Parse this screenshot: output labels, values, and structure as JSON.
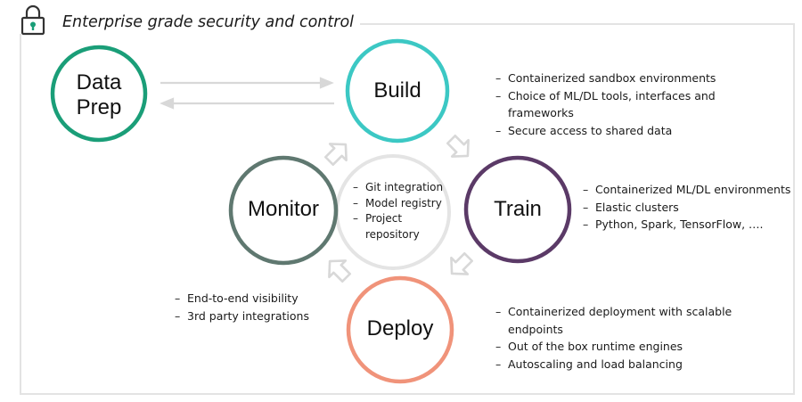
{
  "header": {
    "title": "Enterprise grade security and control",
    "icon": "lock-icon"
  },
  "colors": {
    "data_prep": "#1a9e78",
    "build": "#3cc8c4",
    "train": "#5b3a67",
    "deploy": "#f0937a",
    "monitor": "#5f7870",
    "hub": "#e4e4e4",
    "arrow": "#d8d8d8"
  },
  "stages": {
    "data_prep": {
      "label_line1": "Data",
      "label_line2": "Prep"
    },
    "build": {
      "label": "Build"
    },
    "train": {
      "label": "Train"
    },
    "deploy": {
      "label": "Deploy"
    },
    "monitor": {
      "label": "Monitor"
    }
  },
  "hub": {
    "items": [
      "Git integration",
      "Model registry",
      "Project repository"
    ]
  },
  "details": {
    "build": [
      "Containerized sandbox environments",
      "Choice of ML/DL tools, interfaces and frameworks",
      "Secure access to shared data"
    ],
    "train": [
      "Containerized ML/DL environments",
      "Elastic clusters",
      "Python, Spark, TensorFlow, …."
    ],
    "deploy": [
      "Containerized deployment with scalable endpoints",
      "Out of the box runtime engines",
      "Autoscaling and load balancing"
    ],
    "monitor": [
      "End-to-end visibility",
      "3rd party integrations"
    ]
  }
}
